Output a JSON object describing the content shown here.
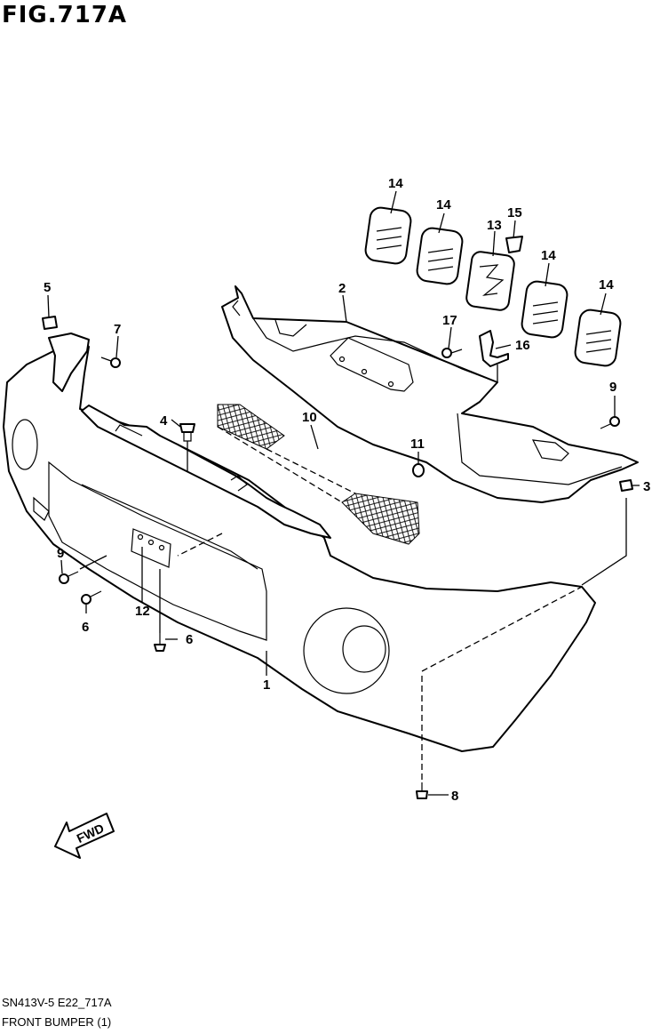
{
  "header": {
    "figure_title": "FIG.717A"
  },
  "footer": {
    "diagram_code": "SN413V-5 E22_717A",
    "section_name": "FRONT BUMPER (1)"
  },
  "fwd_arrow": {
    "label": "FWD"
  },
  "callouts": {
    "c1": "1",
    "c2": "2",
    "c3": "3",
    "c4": "4",
    "c5": "5",
    "c6a": "6",
    "c6b": "6",
    "c7": "7",
    "c8": "8",
    "c9a": "9",
    "c9b": "9",
    "c10": "10",
    "c11": "11",
    "c12": "12",
    "c13": "13",
    "c14a": "14",
    "c14b": "14",
    "c14c": "14",
    "c14d": "14",
    "c15": "15",
    "c16": "16",
    "c17": "17"
  }
}
